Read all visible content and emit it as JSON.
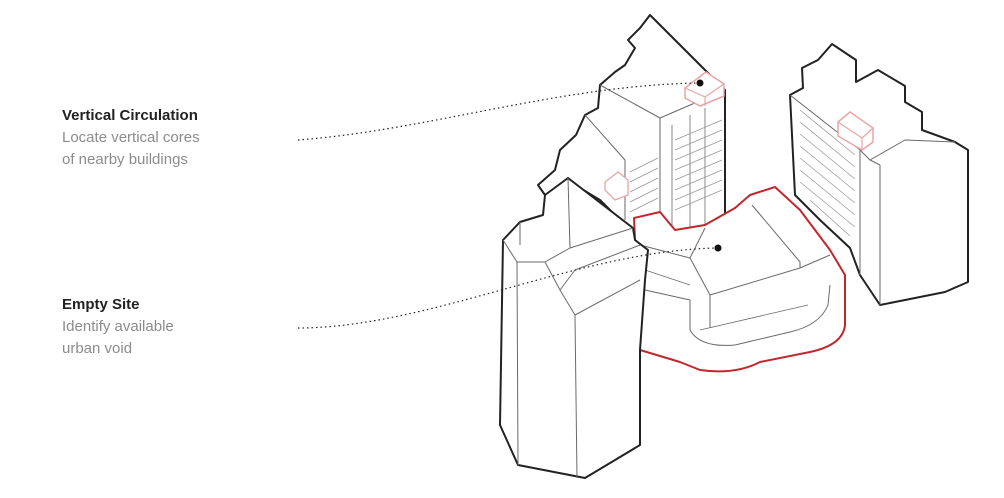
{
  "annotations": [
    {
      "id": "circulation",
      "title": "Vertical Circulation",
      "lines": [
        "Locate vertical cores",
        "of nearby buildings"
      ]
    },
    {
      "id": "site",
      "title": "Empty Site",
      "lines": [
        "Identify available",
        "urban void"
      ]
    }
  ],
  "colors": {
    "outline": "#222222",
    "thin_line": "#6a6a6a",
    "highlight": "#c0282d",
    "highlight_soft": "#e8a5a5",
    "title_text": "#222222",
    "desc_text": "#8c8c8c"
  }
}
